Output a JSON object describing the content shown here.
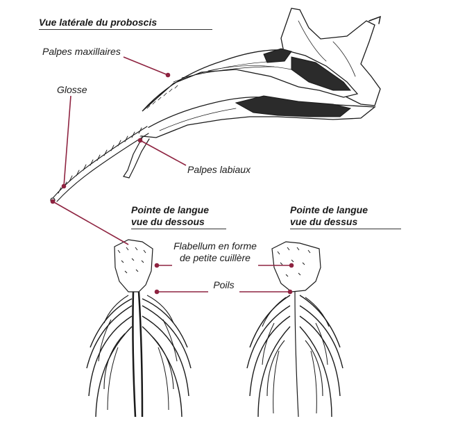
{
  "colors": {
    "leader": "#8e2340",
    "ink": "#1a1a1a",
    "shade": "#2b2b2b"
  },
  "headings": {
    "lateral_view": "Vue latérale du proboscis",
    "tip_below_line1": "Pointe de langue",
    "tip_below_line2": "vue du dessous",
    "tip_above_line1": "Pointe de langue",
    "tip_above_line2": "vue du dessus"
  },
  "labels": {
    "maxillary_palps": "Palpes maxillaires",
    "glossa": "Glosse",
    "labial_palps": "Palpes labiaux",
    "flabellum_line1": "Flabellum en forme",
    "flabellum_line2": "de petite cuillère",
    "hairs": "Poils"
  }
}
